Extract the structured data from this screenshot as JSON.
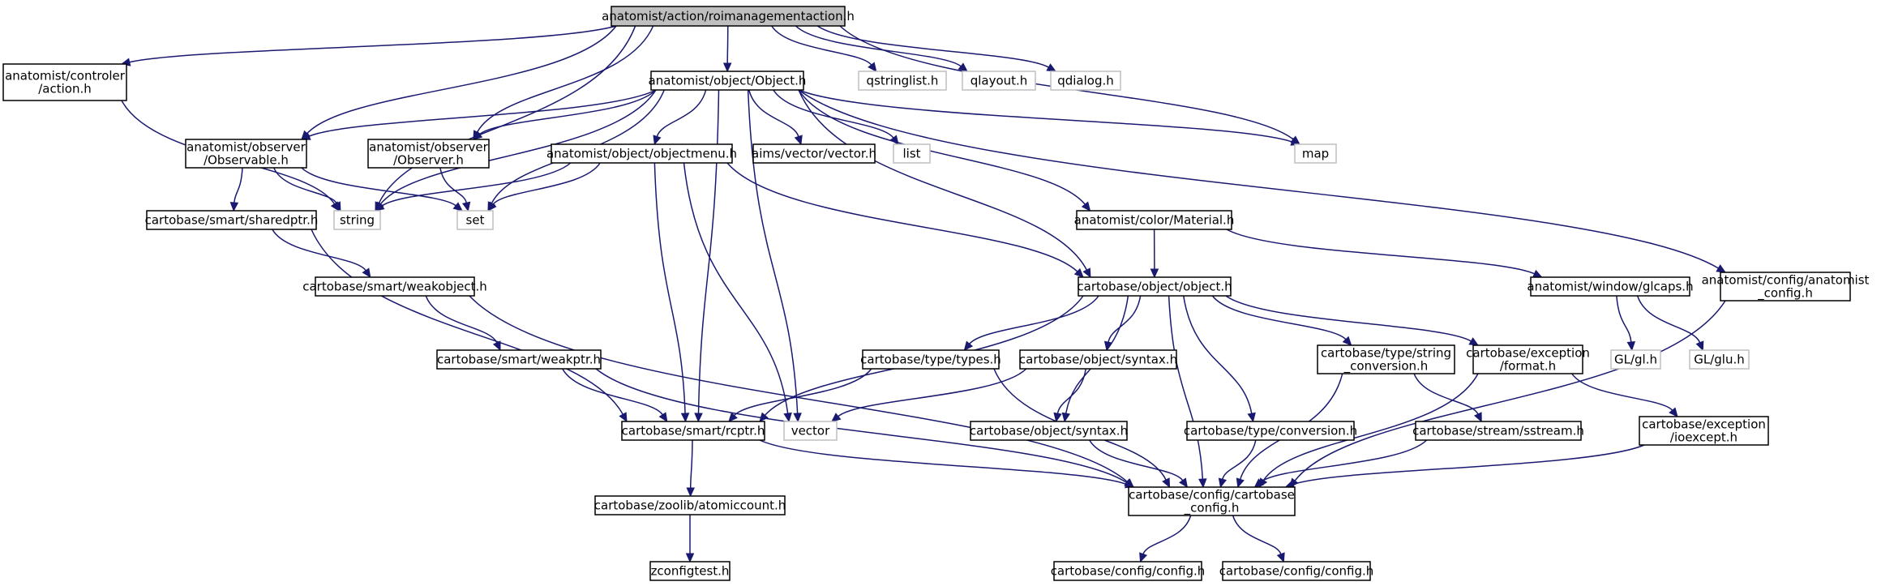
{
  "diagram": {
    "nodes": [
      {
        "id": "root",
        "lines": [
          "anatomist/action/roimanagementaction.h"
        ],
        "style": "root"
      },
      {
        "id": "controler_action",
        "lines": [
          "anatomist/controler",
          "/action.h"
        ],
        "style": "normal"
      },
      {
        "id": "object_h",
        "lines": [
          "anatomist/object/Object.h"
        ],
        "style": "normal"
      },
      {
        "id": "qstringlist",
        "lines": [
          "qstringlist.h"
        ],
        "style": "external"
      },
      {
        "id": "qlayout",
        "lines": [
          "qlayout.h"
        ],
        "style": "external"
      },
      {
        "id": "qdialog",
        "lines": [
          "qdialog.h"
        ],
        "style": "external"
      },
      {
        "id": "observable",
        "lines": [
          "anatomist/observer",
          "/Observable.h"
        ],
        "style": "normal"
      },
      {
        "id": "observer",
        "lines": [
          "anatomist/observer",
          "/Observer.h"
        ],
        "style": "normal"
      },
      {
        "id": "objectmenu",
        "lines": [
          "anatomist/object/objectmenu.h"
        ],
        "style": "normal"
      },
      {
        "id": "aims_vector",
        "lines": [
          "aims/vector/vector.h"
        ],
        "style": "normal"
      },
      {
        "id": "list",
        "lines": [
          "list"
        ],
        "style": "external"
      },
      {
        "id": "map",
        "lines": [
          "map"
        ],
        "style": "external"
      },
      {
        "id": "string",
        "lines": [
          "string"
        ],
        "style": "external"
      },
      {
        "id": "set",
        "lines": [
          "set"
        ],
        "style": "external"
      },
      {
        "id": "sharedptr",
        "lines": [
          "cartobase/smart/sharedptr.h"
        ],
        "style": "normal"
      },
      {
        "id": "material",
        "lines": [
          "anatomist/color/Material.h"
        ],
        "style": "normal"
      },
      {
        "id": "anat_config",
        "lines": [
          "anatomist/config/anatomist",
          "_config.h"
        ],
        "style": "normal"
      },
      {
        "id": "weakobject",
        "lines": [
          "cartobase/smart/weakobject.h"
        ],
        "style": "normal"
      },
      {
        "id": "cb_object",
        "lines": [
          "cartobase/object/object.h"
        ],
        "style": "normal"
      },
      {
        "id": "glcaps",
        "lines": [
          "anatomist/window/glcaps.h"
        ],
        "style": "normal"
      },
      {
        "id": "weakptr",
        "lines": [
          "cartobase/smart/weakptr.h"
        ],
        "style": "normal"
      },
      {
        "id": "types",
        "lines": [
          "cartobase/type/types.h"
        ],
        "style": "normal"
      },
      {
        "id": "syntax_a",
        "lines": [
          "cartobase/object/syntax.h"
        ],
        "style": "normal"
      },
      {
        "id": "string_conv",
        "lines": [
          "cartobase/type/string",
          "_conversion.h"
        ],
        "style": "normal"
      },
      {
        "id": "exc_format",
        "lines": [
          "cartobase/exception",
          "/format.h"
        ],
        "style": "normal"
      },
      {
        "id": "gl_h",
        "lines": [
          "GL/gl.h"
        ],
        "style": "external"
      },
      {
        "id": "glu_h",
        "lines": [
          "GL/glu.h"
        ],
        "style": "external"
      },
      {
        "id": "rcptr",
        "lines": [
          "cartobase/smart/rcptr.h"
        ],
        "style": "normal"
      },
      {
        "id": "vector",
        "lines": [
          "vector"
        ],
        "style": "external"
      },
      {
        "id": "syntax_b",
        "lines": [
          "cartobase/object/syntax.h"
        ],
        "style": "normal"
      },
      {
        "id": "conversion",
        "lines": [
          "cartobase/type/conversion.h"
        ],
        "style": "normal"
      },
      {
        "id": "sstream",
        "lines": [
          "cartobase/stream/sstream.h"
        ],
        "style": "normal"
      },
      {
        "id": "ioexcept",
        "lines": [
          "cartobase/exception",
          "/ioexcept.h"
        ],
        "style": "normal"
      },
      {
        "id": "cb_config",
        "lines": [
          "cartobase/config/cartobase",
          "_config.h"
        ],
        "style": "normal"
      },
      {
        "id": "atomiccount",
        "lines": [
          "cartobase/zoolib/atomiccount.h"
        ],
        "style": "normal"
      },
      {
        "id": "config_a",
        "lines": [
          "cartobase/config/config.h"
        ],
        "style": "normal"
      },
      {
        "id": "config_b",
        "lines": [
          "cartobase/config/config.h"
        ],
        "style": "normal"
      },
      {
        "id": "zconfigtest",
        "lines": [
          "zconfigtest.h"
        ],
        "style": "normal"
      }
    ],
    "edges": [
      {
        "from": "root",
        "to": "controler_action"
      },
      {
        "from": "root",
        "to": "object_h"
      },
      {
        "from": "root",
        "to": "qstringlist"
      },
      {
        "from": "root",
        "to": "qlayout"
      },
      {
        "from": "root",
        "to": "qdialog"
      },
      {
        "from": "root",
        "to": "observable"
      },
      {
        "from": "root",
        "to": "observer"
      },
      {
        "from": "root",
        "to": "string"
      },
      {
        "from": "root",
        "to": "map"
      },
      {
        "from": "controler_action",
        "to": "string"
      },
      {
        "from": "object_h",
        "to": "observable"
      },
      {
        "from": "object_h",
        "to": "observer"
      },
      {
        "from": "object_h",
        "to": "objectmenu"
      },
      {
        "from": "object_h",
        "to": "aims_vector"
      },
      {
        "from": "object_h",
        "to": "list"
      },
      {
        "from": "object_h",
        "to": "map"
      },
      {
        "from": "object_h",
        "to": "string"
      },
      {
        "from": "object_h",
        "to": "set"
      },
      {
        "from": "object_h",
        "to": "material"
      },
      {
        "from": "object_h",
        "to": "anat_config"
      },
      {
        "from": "object_h",
        "to": "cb_object"
      },
      {
        "from": "object_h",
        "to": "rcptr"
      },
      {
        "from": "object_h",
        "to": "vector"
      },
      {
        "from": "observable",
        "to": "string"
      },
      {
        "from": "observable",
        "to": "set"
      },
      {
        "from": "observable",
        "to": "sharedptr"
      },
      {
        "from": "observer",
        "to": "set"
      },
      {
        "from": "objectmenu",
        "to": "string"
      },
      {
        "from": "objectmenu",
        "to": "set"
      },
      {
        "from": "objectmenu",
        "to": "cb_object"
      },
      {
        "from": "objectmenu",
        "to": "rcptr"
      },
      {
        "from": "objectmenu",
        "to": "vector"
      },
      {
        "from": "sharedptr",
        "to": "weakobject"
      },
      {
        "from": "sharedptr",
        "to": "rcptr"
      },
      {
        "from": "material",
        "to": "cb_object"
      },
      {
        "from": "material",
        "to": "glcaps"
      },
      {
        "from": "anat_config",
        "to": "cb_config"
      },
      {
        "from": "weakobject",
        "to": "weakptr"
      },
      {
        "from": "weakobject",
        "to": "cb_config"
      },
      {
        "from": "weakptr",
        "to": "rcptr"
      },
      {
        "from": "weakptr",
        "to": "cb_config"
      },
      {
        "from": "cb_object",
        "to": "types"
      },
      {
        "from": "cb_object",
        "to": "syntax_a"
      },
      {
        "from": "cb_object",
        "to": "string_conv"
      },
      {
        "from": "cb_object",
        "to": "exc_format"
      },
      {
        "from": "cb_object",
        "to": "rcptr"
      },
      {
        "from": "cb_object",
        "to": "syntax_b"
      },
      {
        "from": "cb_object",
        "to": "conversion"
      },
      {
        "from": "cb_object",
        "to": "cb_config"
      },
      {
        "from": "glcaps",
        "to": "gl_h"
      },
      {
        "from": "glcaps",
        "to": "glu_h"
      },
      {
        "from": "types",
        "to": "rcptr"
      },
      {
        "from": "types",
        "to": "cb_config"
      },
      {
        "from": "syntax_a",
        "to": "syntax_b"
      },
      {
        "from": "syntax_a",
        "to": "vector"
      },
      {
        "from": "string_conv",
        "to": "sstream"
      },
      {
        "from": "string_conv",
        "to": "cb_config"
      },
      {
        "from": "exc_format",
        "to": "ioexcept"
      },
      {
        "from": "exc_format",
        "to": "cb_config"
      },
      {
        "from": "rcptr",
        "to": "atomiccount"
      },
      {
        "from": "rcptr",
        "to": "cb_config"
      },
      {
        "from": "syntax_b",
        "to": "cb_config"
      },
      {
        "from": "conversion",
        "to": "cb_config"
      },
      {
        "from": "sstream",
        "to": "cb_config"
      },
      {
        "from": "ioexcept",
        "to": "cb_config"
      },
      {
        "from": "cb_config",
        "to": "config_a"
      },
      {
        "from": "cb_config",
        "to": "config_b"
      },
      {
        "from": "atomiccount",
        "to": "zconfigtest"
      }
    ]
  },
  "colors": {
    "edge": "#191970",
    "root_fill": "#bfbfbf",
    "node_border": "#000000",
    "external_border": "#bfbfbf",
    "node_fill": "#ffffff"
  }
}
